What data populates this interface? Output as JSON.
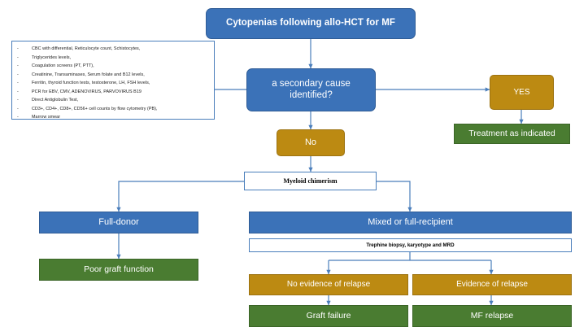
{
  "diagram": {
    "title_node": "Cytopenias  following allo-HCT for MF",
    "decision_line1": "a secondary cause",
    "decision_line2": "identified?",
    "yes_node": "YES",
    "no_node": "No",
    "treatment_node": "Treatment as indicated",
    "chimerism_node": "Myeloid chimerism",
    "full_donor_node": "Full-donor",
    "mixed_node": "Mixed or full-recipient",
    "poor_graft_node": "Poor graft function",
    "trephine_node": "Trephine biopsy, karyotype and MRD",
    "no_relapse_node": "No evidence of relapse",
    "relapse_node": "Evidence of relapse",
    "graft_failure_node": "Graft failure",
    "mf_relapse_node": "MF relapse",
    "workup_list": [
      "CBC with differential, Reticulocyte count, Schistocytes,",
      "Triglycerides levels,",
      "Coagulation screens (PT, PTT),",
      "Creatinine, Transaminases, Serum folate and B12 levels,",
      "Ferritin, thyroid function tests, testosterone, LH, FSH levels,",
      "PCR for EBV, CMV, ADENOVIRUS, PARVOVIRUS B19",
      "Direct Antiglobulin Test,",
      "CD3+, CD4+, CD8+, CD56+ cell counts by flow cytometry (PB),",
      "Marrow smear"
    ],
    "list_bullet": "-",
    "colors": {
      "blue": "#3b72b8",
      "gold": "#bc8a12",
      "green": "#4a7c31",
      "connector": "#4a7ebb",
      "box_outline": "#4a7ebb",
      "white": "#ffffff"
    }
  }
}
